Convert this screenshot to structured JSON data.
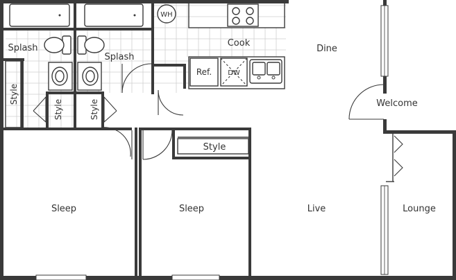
{
  "rooms": {
    "dine": "Dine",
    "cook": "Cook",
    "welcome": "Welcome",
    "splash_left": "Splash",
    "splash_right": "Splash",
    "sleep_left": "Sleep",
    "sleep_right": "Sleep",
    "live": "Live",
    "lounge": "Lounge"
  },
  "storage": {
    "style_left": "Style",
    "style_bath_left": "Style",
    "style_bath_right": "Style",
    "style_closet": "Style"
  },
  "fixtures": {
    "water_heater": "WH",
    "refrigerator": "Ref.",
    "dishwasher": "DW"
  }
}
